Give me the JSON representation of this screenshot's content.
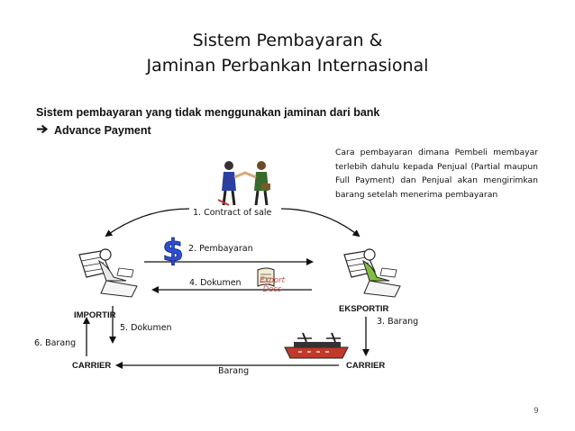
{
  "title_line1": "Sistem Pembayaran &",
  "title_line2": "Jaminan Perbankan Internasional",
  "subtitle": "Sistem pembayaran yang tidak menggunakan jaminan dari bank",
  "bullet": {
    "icon": "arrow-right-icon",
    "label": "Advance Payment"
  },
  "description": "Cara pembayaran dimana Pembeli membayar terlebih dahulu kepada Penjual (Partial maupun Full Payment) dan Penjual akan mengirimkan barang setelah menerima pembayaran",
  "labels": {
    "contract": "1. Contract of sale",
    "pembayaran": "2. Pembayaran",
    "barang3": "3. Barang",
    "dokumen4": "4. Dokumen",
    "export_docs_line1": "Export",
    "export_docs_line2": "Docs",
    "dokumen5": "5. Dokumen",
    "barang6": "6. Barang",
    "barang": "Barang",
    "importir": "IMPORTIR",
    "eksportir": "EKSPORTIR",
    "carrier_left": "CARRIER",
    "carrier_right": "CARRIER"
  },
  "icons": [
    "handshake-icon",
    "dollar-icon",
    "importir-person-icon",
    "eksportir-person-icon",
    "scroll-document-icon",
    "ship-icon"
  ],
  "colors": {
    "dollar": "#2b4fd6",
    "export_docs": "#c0504d",
    "ship_hull": "#c0392b"
  },
  "page_number": "9"
}
